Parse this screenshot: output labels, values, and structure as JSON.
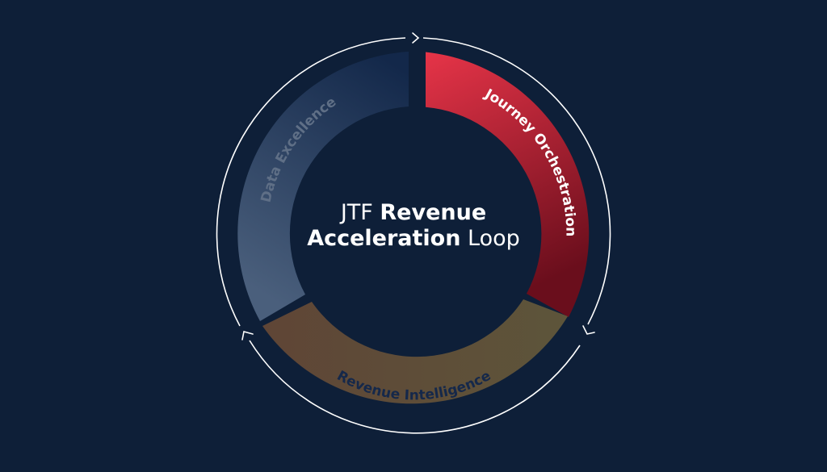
{
  "background": "#0e1f38",
  "title": {
    "line1_light": "JTF ",
    "line1_bold": "Revenue",
    "line2_bold": "Acceleration",
    "line2_light": " Loop"
  },
  "segments": [
    {
      "label": "Journey Orchestration",
      "color_start": "#e63448",
      "color_end": "#6e0f1e",
      "text_color": "#ffffff"
    },
    {
      "label": "Revenue Intelligence",
      "color_start": "#5e4736",
      "color_end": "#5c533a",
      "text_color": "#15284a"
    },
    {
      "label": "Data Excellence",
      "color_start": "#4a5f7c",
      "color_end": "#13284a",
      "text_color": "#5f6f86"
    }
  ],
  "cycle_ring": {
    "color": "#ffffff",
    "arrow_icons": [
      "chevron-right-icon",
      "chevron-down-left-icon",
      "chevron-up-left-icon"
    ]
  }
}
